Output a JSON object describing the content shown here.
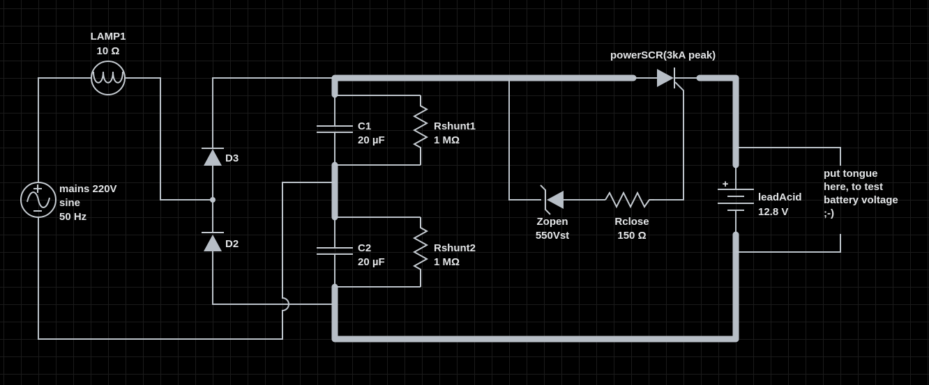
{
  "canvas": {
    "background_color": "#000000",
    "grid_color": "#1b1b1b",
    "wire_color": "#bdc4cb",
    "highlight_wire_color": "#b7bec6",
    "text_color": "#e3e5e7"
  },
  "components": {
    "lamp": {
      "name": "LAMP1",
      "value": "10 Ω"
    },
    "mains": {
      "lines": [
        "mains 220V",
        "sine",
        "50 Hz"
      ]
    },
    "d3": {
      "name": "D3"
    },
    "d2": {
      "name": "D2"
    },
    "c1": {
      "name": "C1",
      "value": "20 µF"
    },
    "rshunt1": {
      "name": "Rshunt1",
      "value": "1 MΩ"
    },
    "c2": {
      "name": "C2",
      "value": "20 µF"
    },
    "rshunt2": {
      "name": "Rshunt2",
      "value": "1 MΩ"
    },
    "scr": {
      "name": "powerSCR(3kA peak)"
    },
    "zener": {
      "name": "Zopen",
      "value": "550Vst"
    },
    "rclose": {
      "name": "Rclose",
      "value": "150 Ω"
    },
    "battery": {
      "name": "leadAcid",
      "value": "12.8 V",
      "polarity": "+"
    },
    "note": {
      "lines": [
        "put tongue",
        "here, to test",
        "battery voltage",
        ";-)"
      ]
    }
  }
}
